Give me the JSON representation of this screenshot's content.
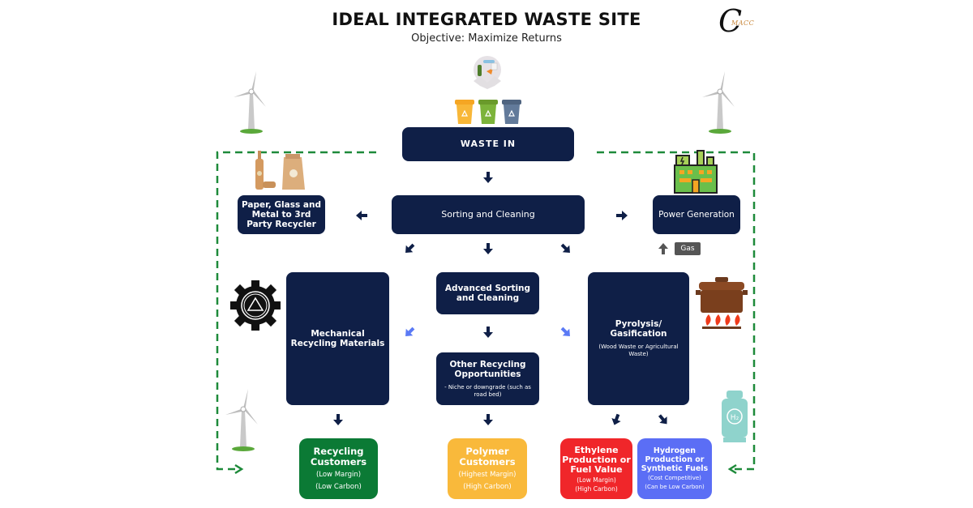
{
  "header": {
    "title": "IDEAL INTEGRATED WASTE SITE",
    "subtitle": "Objective: Maximize Returns",
    "logo_letter": "C",
    "logo_text": "MACC"
  },
  "colors": {
    "navy": "#0f1f47",
    "green": "#0b7a35",
    "yellow": "#f9b93b",
    "red": "#f0262a",
    "blue": "#5b6ef5",
    "dashed_line": "#1e8a3a",
    "light_arrow": "#5b7af5",
    "gas_badge": "#555555"
  },
  "nodes": {
    "waste_in": "WASTE IN",
    "sorting": "Sorting and Cleaning",
    "paper_glass": "Paper, Glass and Metal  to 3rd Party Recycler",
    "power": "Power Generation",
    "gas_label": "Gas",
    "mechanical": "Mechanical Recycling Materials",
    "advanced": "Advanced Sorting and Cleaning",
    "other": {
      "main": "Other Recycling Opportunities",
      "note": "- Niche or downgrade (such as road bed)"
    },
    "pyrolysis": {
      "main": "Pyrolysis/ Gasification",
      "note": "(Wood Waste or Agricultural Waste)"
    }
  },
  "outputs": [
    {
      "main": "Recycling Customers",
      "margin": "(Low Margin)",
      "carbon": "(Low Carbon)"
    },
    {
      "main": "Polymer Customers",
      "margin": "(Highest Margin)",
      "carbon": "(High Carbon)"
    },
    {
      "main": "Ethylene Production or Fuel Value",
      "margin": "(Low Margin)",
      "carbon": "(High Carbon)"
    },
    {
      "main": "Hydrogen Production or Synthetic Fuels",
      "margin": "(Cost Competitive)",
      "carbon": "(Can be Low Carbon)"
    }
  ],
  "icons": [
    "waste-sorting-icon",
    "recycling-bins-icon",
    "wind-turbine-icon",
    "bottle-and-paper-bag-icon",
    "factory-icon",
    "gear-recycle-icon",
    "cooking-pot-fire-icon",
    "hydrogen-tank-icon"
  ]
}
